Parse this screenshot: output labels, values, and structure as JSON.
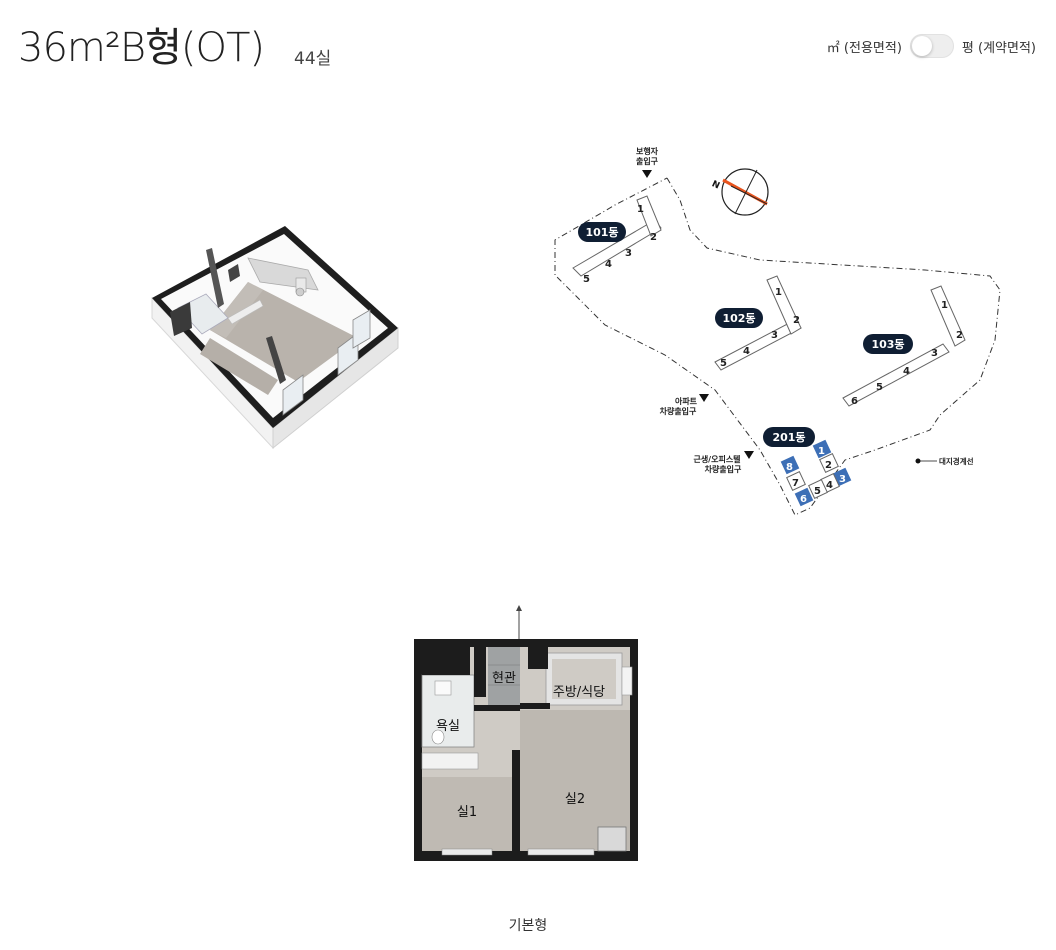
{
  "header": {
    "title": "36m²B형(OT)",
    "unit_count": "44실",
    "toggle": {
      "left_label": "㎡ (전용면적)",
      "right_label": "평 (계약면적)",
      "state": "off"
    }
  },
  "site_map": {
    "buildings": [
      {
        "name": "101동",
        "units": [
          "1",
          "2",
          "3",
          "4",
          "5"
        ]
      },
      {
        "name": "102동",
        "units": [
          "1",
          "2",
          "3",
          "4",
          "5"
        ]
      },
      {
        "name": "103동",
        "units": [
          "1",
          "2",
          "3",
          "4",
          "5",
          "6"
        ]
      },
      {
        "name": "201동",
        "units": [
          "1",
          "2",
          "3",
          "4",
          "5",
          "6",
          "7",
          "8"
        ],
        "highlighted_units": [
          "1",
          "3",
          "6",
          "8"
        ]
      }
    ],
    "labels": {
      "pedestrian_entrance_1": "보행자",
      "pedestrian_entrance_2": "출입구",
      "apt_vehicle_1": "아파트",
      "apt_vehicle_2": "차량출입구",
      "officetel_vehicle_1": "근생/오피스텔",
      "officetel_vehicle_2": "차량출입구",
      "boundary": "대지경계선"
    },
    "colors": {
      "badge": "#0f1e33",
      "highlight": "#3d6fb6",
      "compass_needle": "#e8541e"
    }
  },
  "floor_plan": {
    "rooms": {
      "entrance": "현관",
      "kitchen": "주방/식당",
      "bath": "욕실",
      "room1": "실1",
      "room2": "실2"
    },
    "caption": "기본형"
  }
}
